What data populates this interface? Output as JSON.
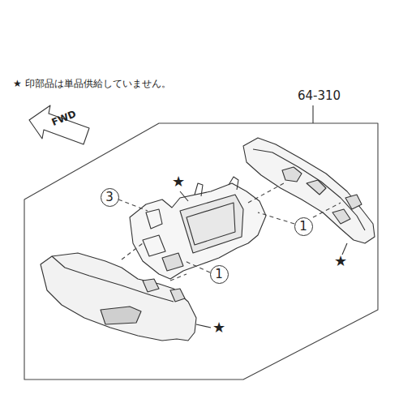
{
  "diagram": {
    "nodes": [
      {
        "text": [
          "3"
        ]
      },
      {
        "text": [
          "1"
        ]
      },
      {
        "text": [
          "1"
        ]
      }
    ],
    "labels": [
      "★ 印部品は単品供給していません。",
      "64-310",
      "FWD",
      "★",
      "★",
      "★"
    ]
  }
}
